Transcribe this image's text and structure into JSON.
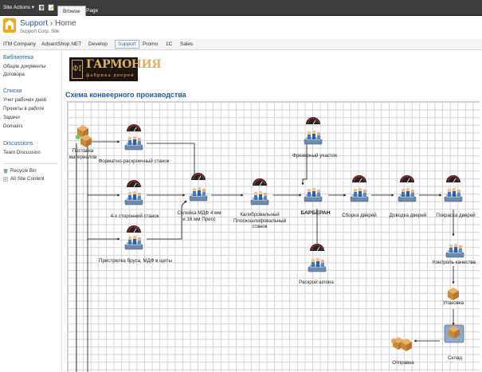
{
  "ribbon": {
    "site_actions": "Site Actions ▾",
    "tabs": [
      {
        "label": "Browse",
        "active": true
      },
      {
        "label": "Page",
        "active": false
      }
    ]
  },
  "header": {
    "site_title": "Support",
    "separator": "›",
    "page_title": "Home",
    "subtitle": "Support Corp. Site"
  },
  "topnav": {
    "items": [
      {
        "label": "ITM Company",
        "active": false
      },
      {
        "label": "AdvantShop.NET",
        "active": false
      },
      {
        "label": "Develop",
        "active": false
      },
      {
        "label": "Support",
        "active": true
      },
      {
        "label": "Promo",
        "active": false
      },
      {
        "label": "1C",
        "active": false
      },
      {
        "label": "Sales",
        "active": false
      }
    ]
  },
  "leftnav": {
    "libraries_heading": "Библиотека",
    "libraries": [
      "Общие документы",
      "Договора"
    ],
    "lists_heading": "Списки",
    "lists": [
      "Учет рабочих дней",
      "Проекты в работе",
      "Задачи",
      "Domains"
    ],
    "discussions_heading": "Discussions",
    "discussions": [
      "Team Discussion"
    ],
    "recycle_bin": "Recycle Bin",
    "all_site_content": "All Site Content"
  },
  "brand": {
    "monogram": "ФГ",
    "wordmark": "ГАРМОНИЯ",
    "tagline": "фабрика  дверей"
  },
  "page_heading": "Схема конвеерного производства",
  "diagram": {
    "nodes": {
      "supply": "Поставка\nматериалов",
      "format": "Форматно-раскроечный станок",
      "four_side": "4-х сторонний станок",
      "shooting": "Пристрелка бруса, МДФ в щиты",
      "glue": "Склейка МДФ 4 мм\nи 16 мм Пресс",
      "calib": "Калибровальный\nПлоскошлифовальный\nстанок",
      "milling": "Фрезерный участок",
      "barberan": "БАРБЕРАН",
      "veneer": "Раскрой шпона",
      "assembly": "Сборка дверей",
      "finish": "Доводка дверей",
      "paint": "Покраска дверей",
      "qc": "Контроль качества",
      "pack": "Упаковка",
      "warehouse": "Склад",
      "ship": "Отправка"
    }
  },
  "colors": {
    "ribbon": "#3b3b3b",
    "accent": "#2a5c9a",
    "heading": "#1c5ba3",
    "brand_bg": "#1f140f",
    "brand_gold": "#d8b36a"
  }
}
